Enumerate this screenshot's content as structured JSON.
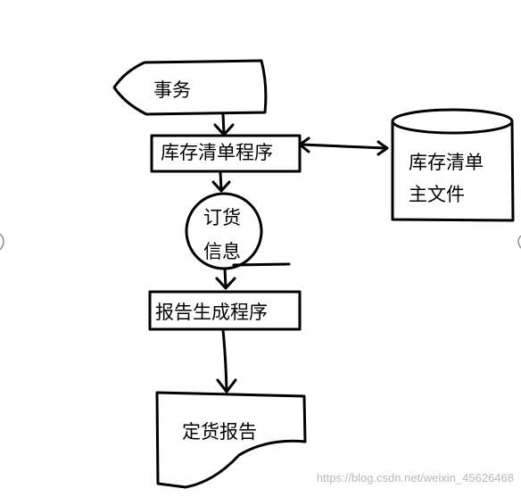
{
  "nodes": {
    "transaction": {
      "label": "事务"
    },
    "inventory_program": {
      "label": "库存清单程序"
    },
    "inventory_master_file": {
      "line1": "库存清单",
      "line2": "主文件"
    },
    "order_info": {
      "line1": "订货",
      "line2": "信息"
    },
    "report_program": {
      "label": "报告生成程序"
    },
    "order_report": {
      "label": "定货报告"
    }
  },
  "watermark": {
    "text": "https://blog.csdn.net/weixin_45626468"
  },
  "colors": {
    "ink": "#000000",
    "background": "#ffffff",
    "watermark": "#b9b9b9"
  }
}
